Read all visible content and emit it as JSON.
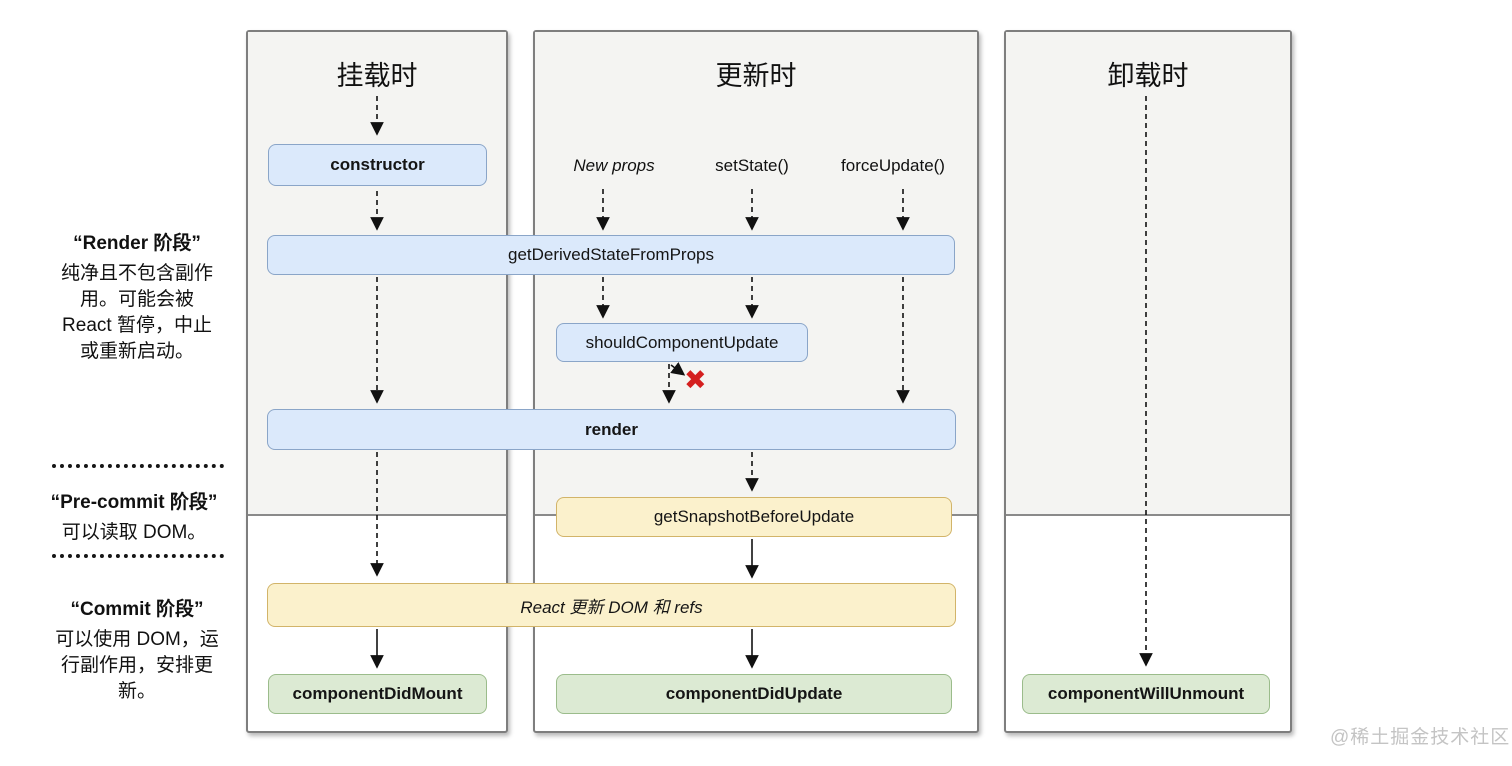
{
  "sidebar": {
    "render_phase": {
      "title": "“Render 阶段”",
      "description": "纯净且不包含副作\n用。可能会被\nReact 暂停，中止\n或重新启动。"
    },
    "pre_commit_phase": {
      "title": "“Pre-commit 阶段”",
      "description": "可以读取 DOM。"
    },
    "commit_phase": {
      "title": "“Commit 阶段”",
      "description": "可以使用 DOM，运\n行副作用，安排更\n新。"
    }
  },
  "columns": {
    "mounting": {
      "title": "挂载时"
    },
    "updating": {
      "title": "更新时"
    },
    "unmounting": {
      "title": "卸载时"
    }
  },
  "triggers": {
    "new_props": "New props",
    "set_state": "setState()",
    "force_update": "forceUpdate()"
  },
  "nodes": {
    "constructor": "constructor",
    "get_derived_state_from_props": "getDerivedStateFromProps",
    "should_component_update": "shouldComponentUpdate",
    "render": "render",
    "get_snapshot_before_update": "getSnapshotBeforeUpdate",
    "react_updates_dom": "React 更新 DOM 和 refs",
    "component_did_mount": "componentDidMount",
    "component_did_update": "componentDidUpdate",
    "component_will_unmount": "componentWillUnmount"
  },
  "icons": {
    "skip_x": "✖"
  },
  "watermark": "@稀土掘金技术社区",
  "colors": {
    "box_blue_fill": "#dbe9fb",
    "box_blue_border": "#8aa5c8",
    "box_yellow_fill": "#fbf1cc",
    "box_yellow_border": "#d2b469",
    "box_green_fill": "#dcead3",
    "box_green_border": "#9bbc8b",
    "column_top_fill": "#f4f4f2",
    "column_border": "#7e7e7e",
    "arrow": "#111111",
    "error_red": "#d41f1f"
  }
}
